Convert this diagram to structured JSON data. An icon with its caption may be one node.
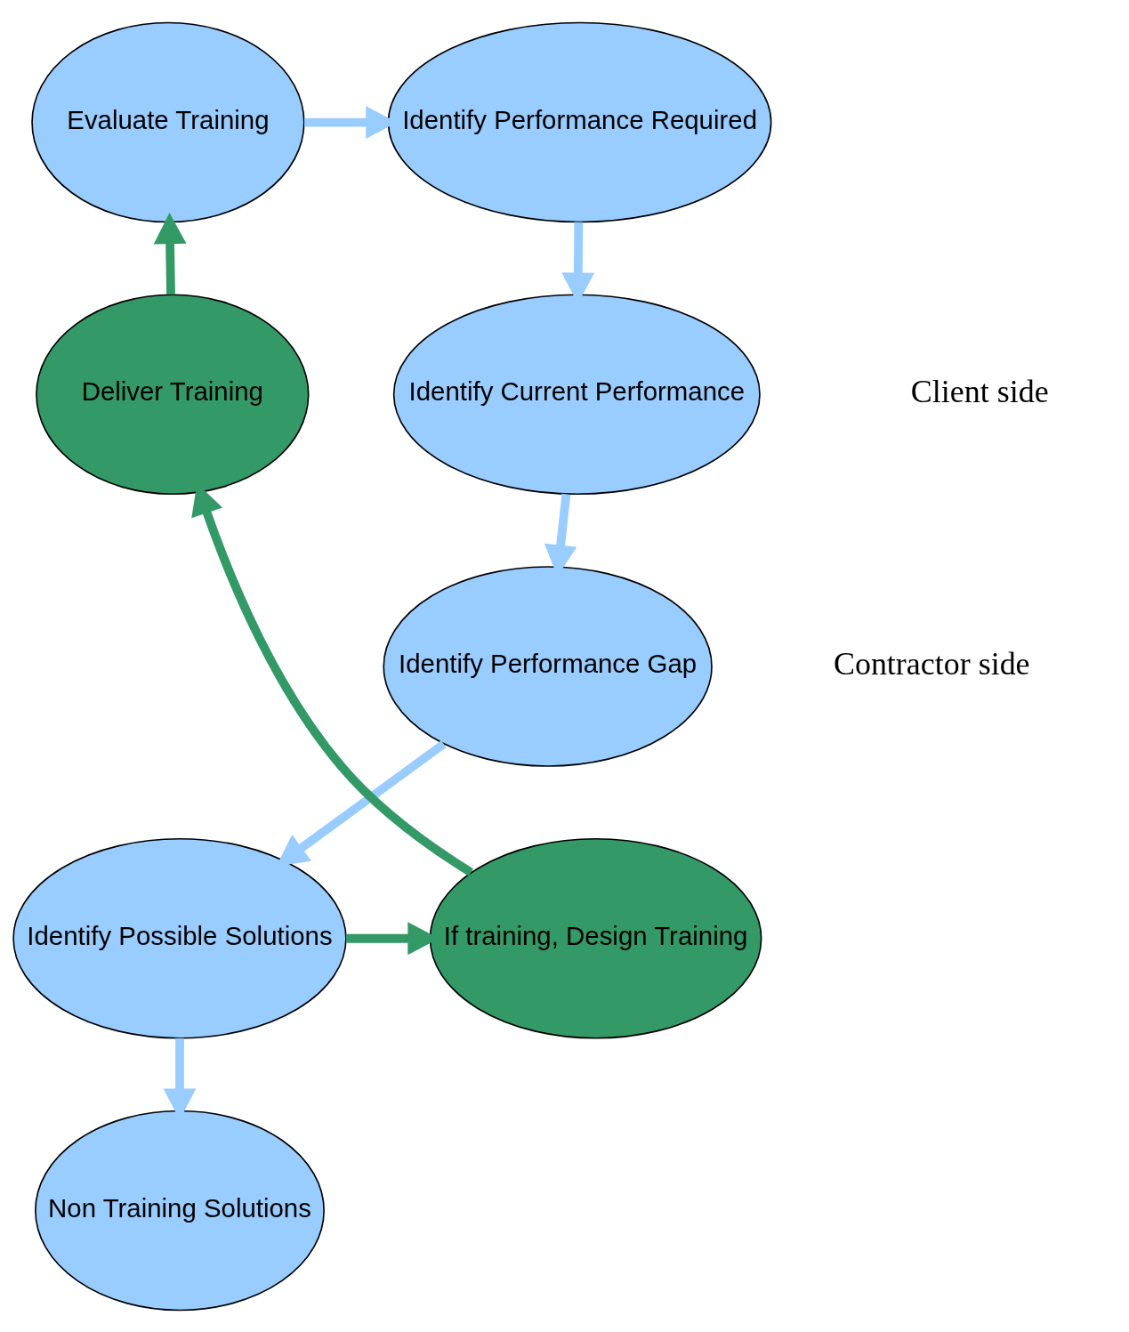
{
  "diagram": {
    "nodes": [
      {
        "text": [
          "Evaluate Training"
        ]
      },
      {
        "text": [
          "Identify Performance Required"
        ]
      },
      {
        "text": [
          "Identify Current Performance"
        ]
      },
      {
        "text": [
          "Identify Performance Gap"
        ]
      },
      {
        "text": [
          "Identify Possible Solutions"
        ]
      },
      {
        "text": [
          "Non Training Solutions"
        ]
      },
      {
        "text": [
          "If training, Design Training"
        ]
      },
      {
        "text": [
          "Deliver Training"
        ]
      }
    ],
    "edges": [
      {
        "from": 0,
        "to": 1,
        "arrow": "to"
      },
      {
        "from": 1,
        "to": 2,
        "arrow": "to"
      },
      {
        "from": 2,
        "to": 3,
        "arrow": "to"
      },
      {
        "from": 3,
        "to": 4,
        "arrow": "to"
      },
      {
        "from": 4,
        "to": 5,
        "arrow": "to"
      },
      {
        "from": 4,
        "to": 6,
        "arrow": "to",
        "color": "#339966"
      },
      {
        "from": 6,
        "to": 7,
        "arrow": "to",
        "color": "#339966"
      },
      {
        "from": 7,
        "to": 0,
        "arrow": "to",
        "color": "#339966"
      }
    ],
    "labels": [
      "Client side",
      "Contractor side"
    ]
  }
}
